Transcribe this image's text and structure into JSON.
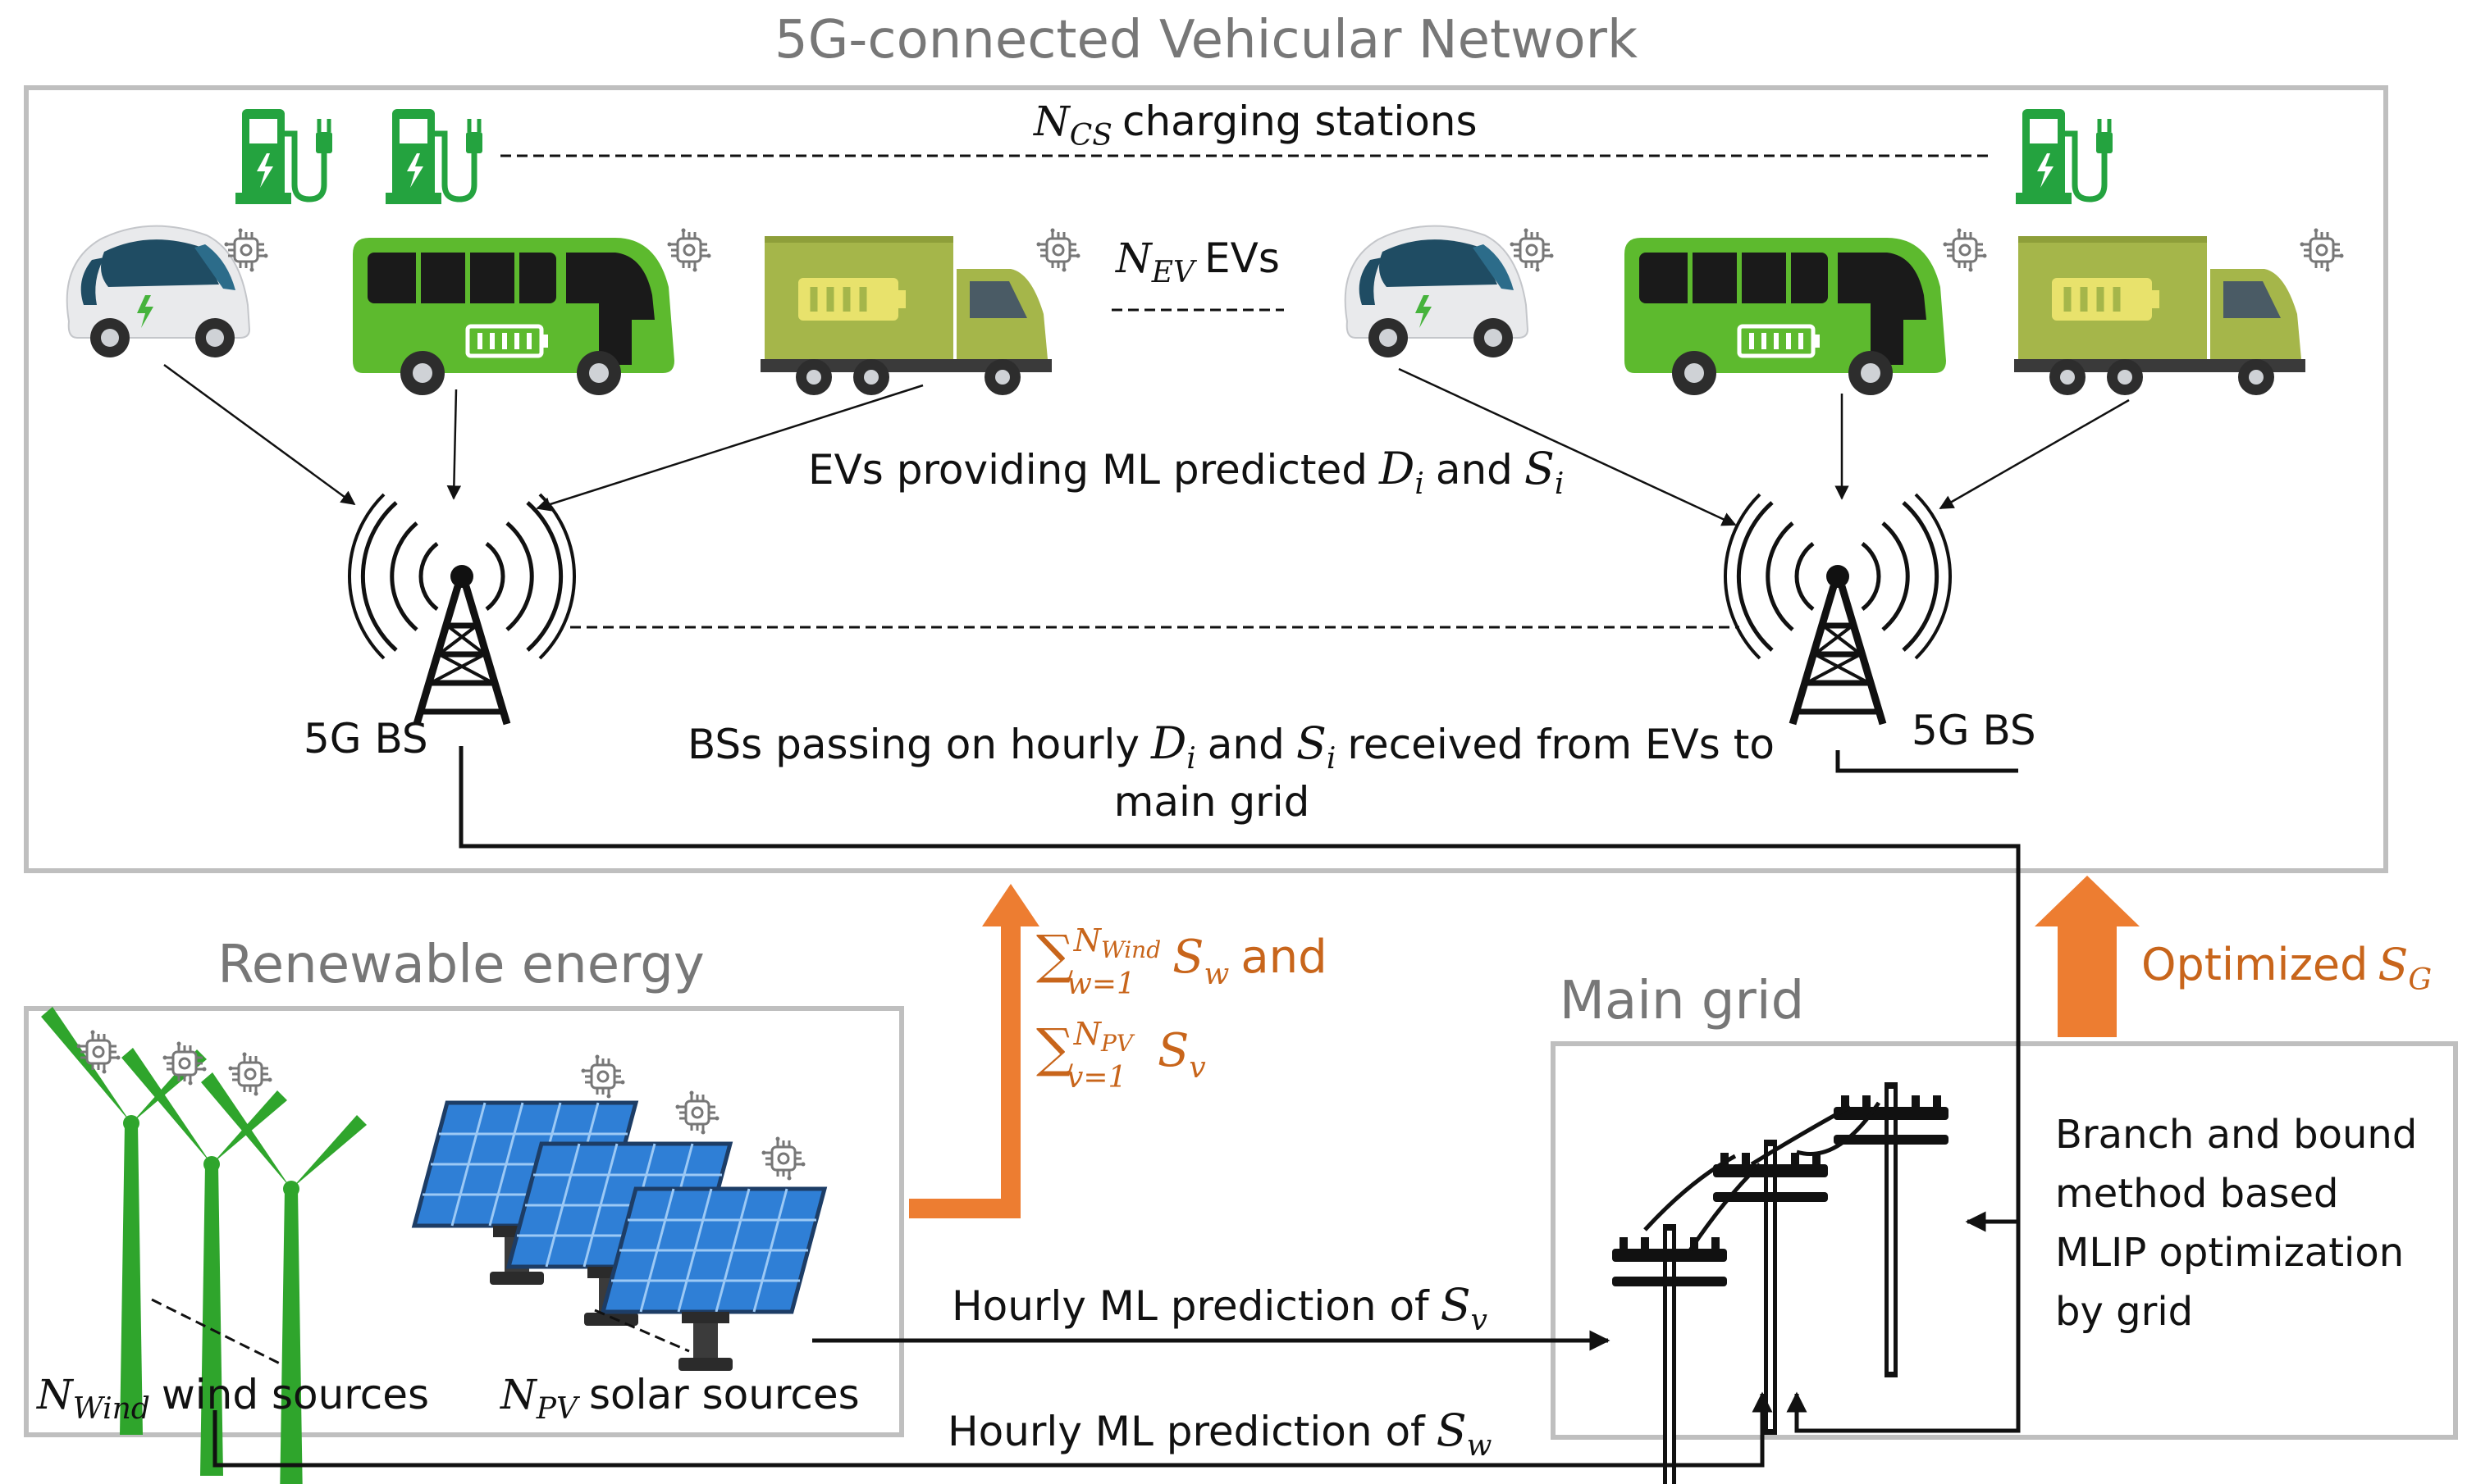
{
  "diagram": {
    "title": "5G-connected Vehicular Network",
    "renewable_title": "Renewable energy",
    "grid_title": "Main grid",
    "charging": {
      "symbol": "N",
      "sub": "CS",
      "text": "charging stations"
    },
    "evs": {
      "symbol": "N",
      "sub": "EV",
      "text": "EVs"
    },
    "ev_providing": {
      "text": "EVs providing ML predicted",
      "d": "D",
      "d_sub": "i",
      "and": "and",
      "s": "S",
      "s_sub": "i"
    },
    "bs_left_label": "5G BS",
    "bs_right_label": "5G BS",
    "bs_passing": {
      "line1_a": "BSs passing on hourly",
      "d": "D",
      "d_sub": "i",
      "and": "and",
      "s": "S",
      "s_sub": "i",
      "line1_b": "received from EVs to",
      "line2": "main grid"
    },
    "renewable_sum": {
      "sigma": "∑",
      "wind_upper": "N",
      "wind_upper_sub": "Wind",
      "wind_lower": "w=1",
      "wind_term": "S",
      "wind_term_sub": "w",
      "and": "and",
      "pv_upper": "N",
      "pv_upper_sub": "PV",
      "pv_lower": "v=1",
      "pv_term": "S",
      "pv_term_sub": "v"
    },
    "optimized": {
      "text": "Optimized",
      "s": "S",
      "s_sub": "G"
    },
    "method": [
      "Branch and bound",
      "method based",
      "MLIP optimization",
      "by grid"
    ],
    "wind_sources": {
      "symbol": "N",
      "sub": "Wind",
      "text": "wind sources"
    },
    "solar_sources": {
      "symbol": "N",
      "sub": "PV",
      "text": "solar sources"
    },
    "pred_v": {
      "text": "Hourly ML prediction of",
      "s": "S",
      "s_sub": "v"
    },
    "pred_w": {
      "text": "Hourly ML prediction of",
      "s": "S",
      "s_sub": "w"
    }
  },
  "colors": {
    "orange_arrow": "#ed7d31",
    "orange_text": "#c8651b",
    "icon_green": "#24a33f",
    "bus_green": "#5dba2e",
    "truck_olive": "#a5b64a",
    "panel_blue": "#2f7fd6",
    "box_gray": "#bfbfbf"
  },
  "icons": [
    "charging-station-icon",
    "electric-car-icon",
    "electric-bus-icon",
    "electric-truck-icon",
    "ai-chip-icon",
    "5g-tower-icon",
    "wind-turbine-icon",
    "solar-panel-icon",
    "power-pole-icon"
  ]
}
